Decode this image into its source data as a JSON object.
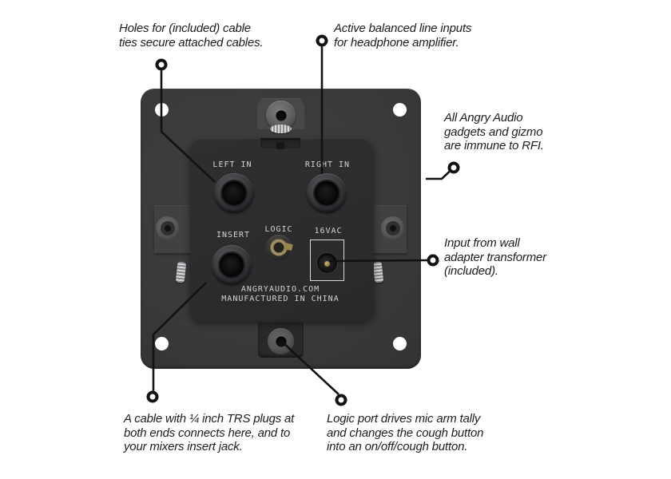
{
  "annotations": {
    "cable_ties": {
      "text": "Holes for (included) cable\nties secure attached cables."
    },
    "line_inputs": {
      "text": "Active balanced line inputs\nfor headphone amplifier."
    },
    "rfi": {
      "text": "All Angry Audio\ngadgets and gizmo\nare immune to RFI."
    },
    "power_input": {
      "text": "Input from wall\nadapter transformer\n(included)."
    },
    "insert_cable": {
      "text": "A cable with ¼ inch TRS plugs at\nboth ends connects here, and to\nyour mixers insert jack."
    },
    "logic_port": {
      "text": "Logic port drives mic arm tally\nand changes the cough button\ninto an on/off/cough button."
    }
  },
  "device": {
    "jack_labels": {
      "left_in": "LEFT IN",
      "right_in": "RIGHT IN",
      "insert": "INSERT",
      "logic": "LOGIC",
      "power": "16VAC"
    },
    "brand_text": "ANGRYAUDIO.COM",
    "origin_text": "MANUFACTURED IN CHINA"
  },
  "colors": {
    "panel": "#3a3a3c",
    "inner_box": "#2c2c2e",
    "device_label_text": "#d4d4d4",
    "annotation_text": "#1d1d1d",
    "callout_line": "#121212",
    "corner_hole": "#ffffff",
    "logic_ring_brass": "#9d8d60",
    "power_pin_gold": "#cfb26e"
  }
}
